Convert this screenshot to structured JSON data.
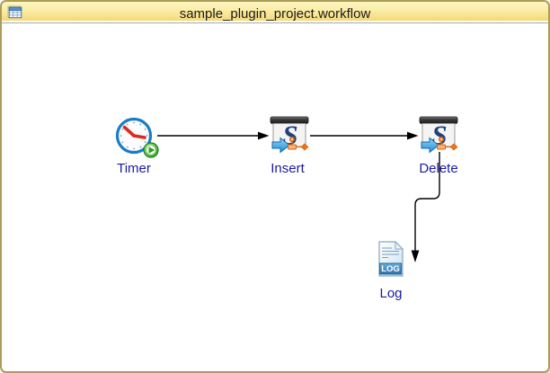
{
  "window": {
    "title": "sample_plugin_project.workflow",
    "title_icon": "table-icon",
    "colors": {
      "titlebar_top": "#fdf6c2",
      "titlebar_bottom": "#f5d878",
      "frame_border": "#ab9d58",
      "canvas_background": "#ffffff",
      "node_label_text": "#1b1b9e",
      "title_text": "#1a1a1a",
      "edge_color": "#000000"
    }
  },
  "workflow": {
    "nodes": [
      {
        "id": "timer",
        "label": "Timer",
        "icon": "clock-run-icon"
      },
      {
        "id": "insert",
        "label": "Insert",
        "icon": "sql-adapter-icon"
      },
      {
        "id": "delete",
        "label": "Delete",
        "icon": "sql-adapter-icon"
      },
      {
        "id": "log",
        "label": "Log",
        "icon": "log-file-icon",
        "badge_text": "LOG"
      }
    ],
    "edges": [
      {
        "from": "Timer",
        "to": "Insert"
      },
      {
        "from": "Insert",
        "to": "Delete"
      },
      {
        "from": "Delete",
        "to": "Log"
      }
    ]
  }
}
